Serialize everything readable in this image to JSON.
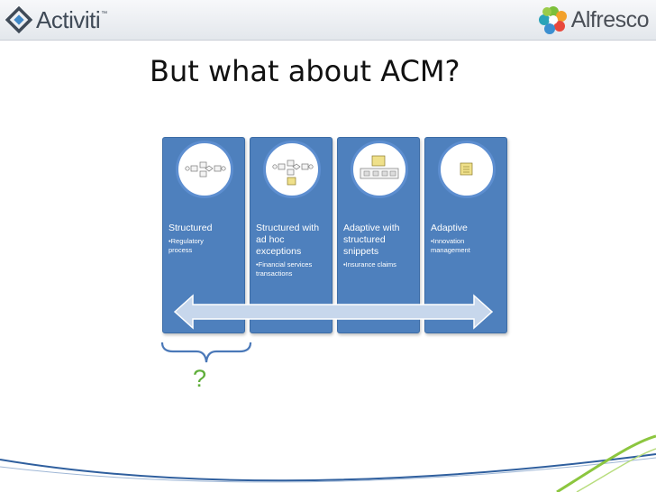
{
  "header": {
    "left_logo_text": "Activiti",
    "left_logo_tm": "™",
    "right_logo_text": "Alfresco"
  },
  "slide": {
    "title": "But what about ACM?",
    "question_mark": "?"
  },
  "diagram": {
    "panels": [
      {
        "label": "Structured",
        "bullet": "•Regulatory\n process"
      },
      {
        "label": "Structured with ad hoc exceptions",
        "bullet": "•Financial services\n transactions"
      },
      {
        "label": "Adaptive with structured snippets",
        "bullet": "•Insurance claims"
      },
      {
        "label": "Adaptive",
        "bullet": "•Innovation\n management"
      }
    ]
  },
  "colors": {
    "panel_fill": "#4e80bd",
    "arrow_fill": "#c7d7ec",
    "question_color": "#5fae3a",
    "brace_color": "#4a78b8"
  }
}
